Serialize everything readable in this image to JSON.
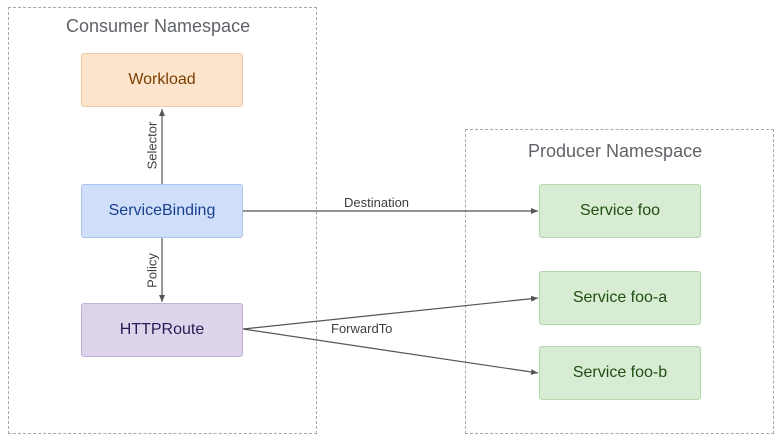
{
  "namespaces": {
    "consumer": {
      "title": "Consumer Namespace"
    },
    "producer": {
      "title": "Producer Namespace"
    }
  },
  "nodes": {
    "workload": {
      "label": "Workload"
    },
    "service_binding": {
      "label": "ServiceBinding"
    },
    "http_route": {
      "label": "HTTPRoute"
    },
    "service_foo": {
      "label": "Service foo"
    },
    "service_foo_a": {
      "label": "Service foo-a"
    },
    "service_foo_b": {
      "label": "Service foo-b"
    }
  },
  "edges": {
    "selector": {
      "label": "Selector"
    },
    "policy": {
      "label": "Policy"
    },
    "destination": {
      "label": "Destination"
    },
    "forward_to": {
      "label": "ForwardTo"
    }
  },
  "colors": {
    "workload": {
      "fill": "#fde4cc",
      "border": "#f2c9a0",
      "text": "#7a3e00"
    },
    "service_binding": {
      "fill": "#cfdffa",
      "border": "#a9c4ee",
      "text": "#1a3f8f"
    },
    "http_route": {
      "fill": "#ddd4ec",
      "border": "#bfb1d9",
      "text": "#2b1a55"
    },
    "service": {
      "fill": "#d8ecd3",
      "border": "#b3d6aa",
      "text": "#1f4f12"
    },
    "edge": "#555555"
  }
}
